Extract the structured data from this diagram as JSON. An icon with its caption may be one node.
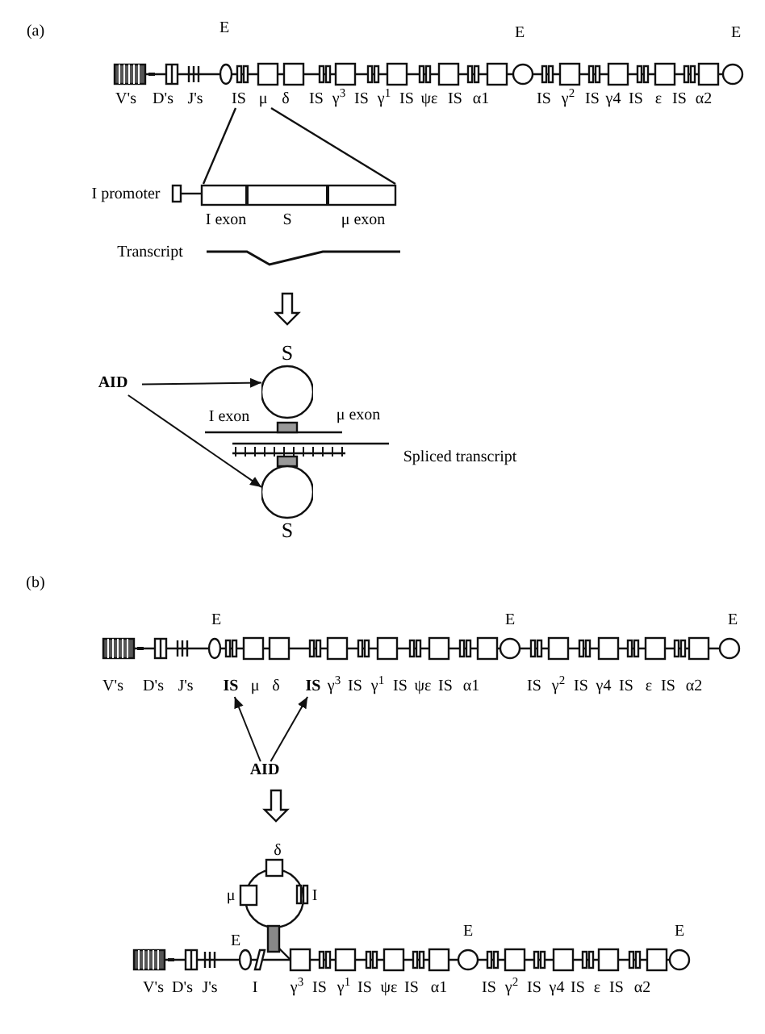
{
  "diagram": {
    "nodes": [
      {
        "text": [
          "AID"
        ]
      },
      {
        "text": [
          "S"
        ]
      },
      {
        "text": [
          "S"
        ]
      },
      {
        "text": [
          "AID"
        ]
      },
      {
        "text": [
          "IS"
        ]
      },
      {
        "text": [
          "IS"
        ]
      }
    ],
    "edges": [
      {
        "from": 0,
        "to": 1,
        "arrow": "to"
      },
      {
        "from": 0,
        "to": 2,
        "arrow": "to"
      },
      {
        "from": 3,
        "to": 4,
        "arrow": "to"
      },
      {
        "from": 3,
        "to": 5,
        "arrow": "to"
      }
    ],
    "labels": [
      "(a)",
      "E",
      "E",
      "E",
      "V's",
      "D's",
      "J's",
      "IS",
      "μ",
      "δ",
      "IS",
      "γ$^{3}$",
      "IS",
      "γ$^{1}$",
      "IS",
      "ψε",
      "IS",
      "α1",
      "IS",
      "γ$^{2}$",
      "IS",
      "γ4",
      "IS",
      "ε",
      "IS",
      "α2",
      "I promoter",
      "I exon",
      "S",
      "μ exon",
      "Transcript",
      "I exon",
      "μ exon",
      "Spliced transcript",
      "(b)",
      "E",
      "E",
      "E",
      "V's",
      "D's",
      "J's",
      "μ",
      "δ",
      "γ$^{3}$",
      "IS",
      "γ$^{1}$",
      "IS",
      "ψε",
      "IS",
      "α1",
      "IS",
      "γ$^{2}$",
      "IS",
      "γ4",
      "IS",
      "ε",
      "IS",
      "α2",
      "δ",
      "μ",
      "I",
      "E",
      "E",
      "E",
      "V's",
      "D's",
      "J's",
      "I",
      "γ$^{3}$",
      "IS",
      "γ$^{1}$",
      "IS",
      "ψε",
      "IS",
      "α1",
      "IS",
      "γ$^{2}$",
      "IS",
      "γ4",
      "IS",
      "ε",
      "IS",
      "α2"
    ]
  }
}
